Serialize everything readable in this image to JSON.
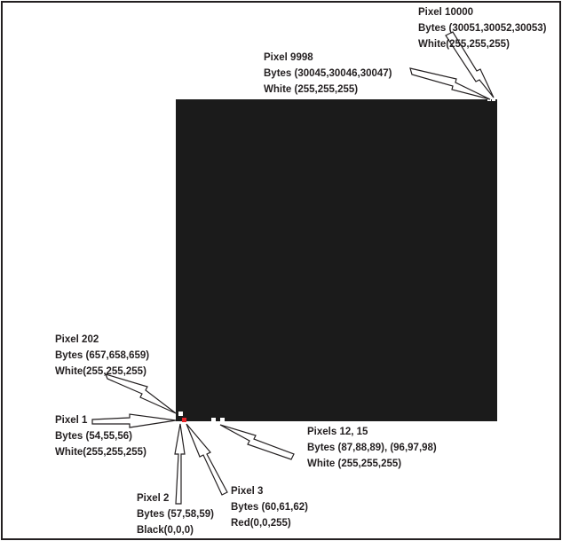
{
  "diagram": {
    "square_color": "#1b1b1b",
    "annotations": [
      {
        "id": "pixel-10000",
        "title": "Pixel 10000",
        "bytes": "Bytes (30051,30052,30053)",
        "color": "White(255,255,255)"
      },
      {
        "id": "pixel-9998",
        "title": "Pixel 9998",
        "bytes": "Bytes (30045,30046,30047)",
        "color": "White (255,255,255)"
      },
      {
        "id": "pixel-202",
        "title": "Pixel 202",
        "bytes": "Bytes (657,658,659)",
        "color": "White(255,255,255)"
      },
      {
        "id": "pixel-1",
        "title": "Pixel 1",
        "bytes": "Bytes (54,55,56)",
        "color": "White(255,255,255)"
      },
      {
        "id": "pixels-12-15",
        "title": "Pixels 12, 15",
        "bytes": "Bytes (87,88,89), (96,97,98)",
        "color": "White (255,255,255)"
      },
      {
        "id": "pixel-2",
        "title": "Pixel 2",
        "bytes": "Bytes (57,58,59)",
        "color": "Black(0,0,0)"
      },
      {
        "id": "pixel-3",
        "title": "Pixel 3",
        "bytes": "Bytes (60,61,62)",
        "color": "Red(0,0,255)"
      }
    ],
    "marker_colors": {
      "white": "#ffffff",
      "red": "#e8252a"
    }
  }
}
